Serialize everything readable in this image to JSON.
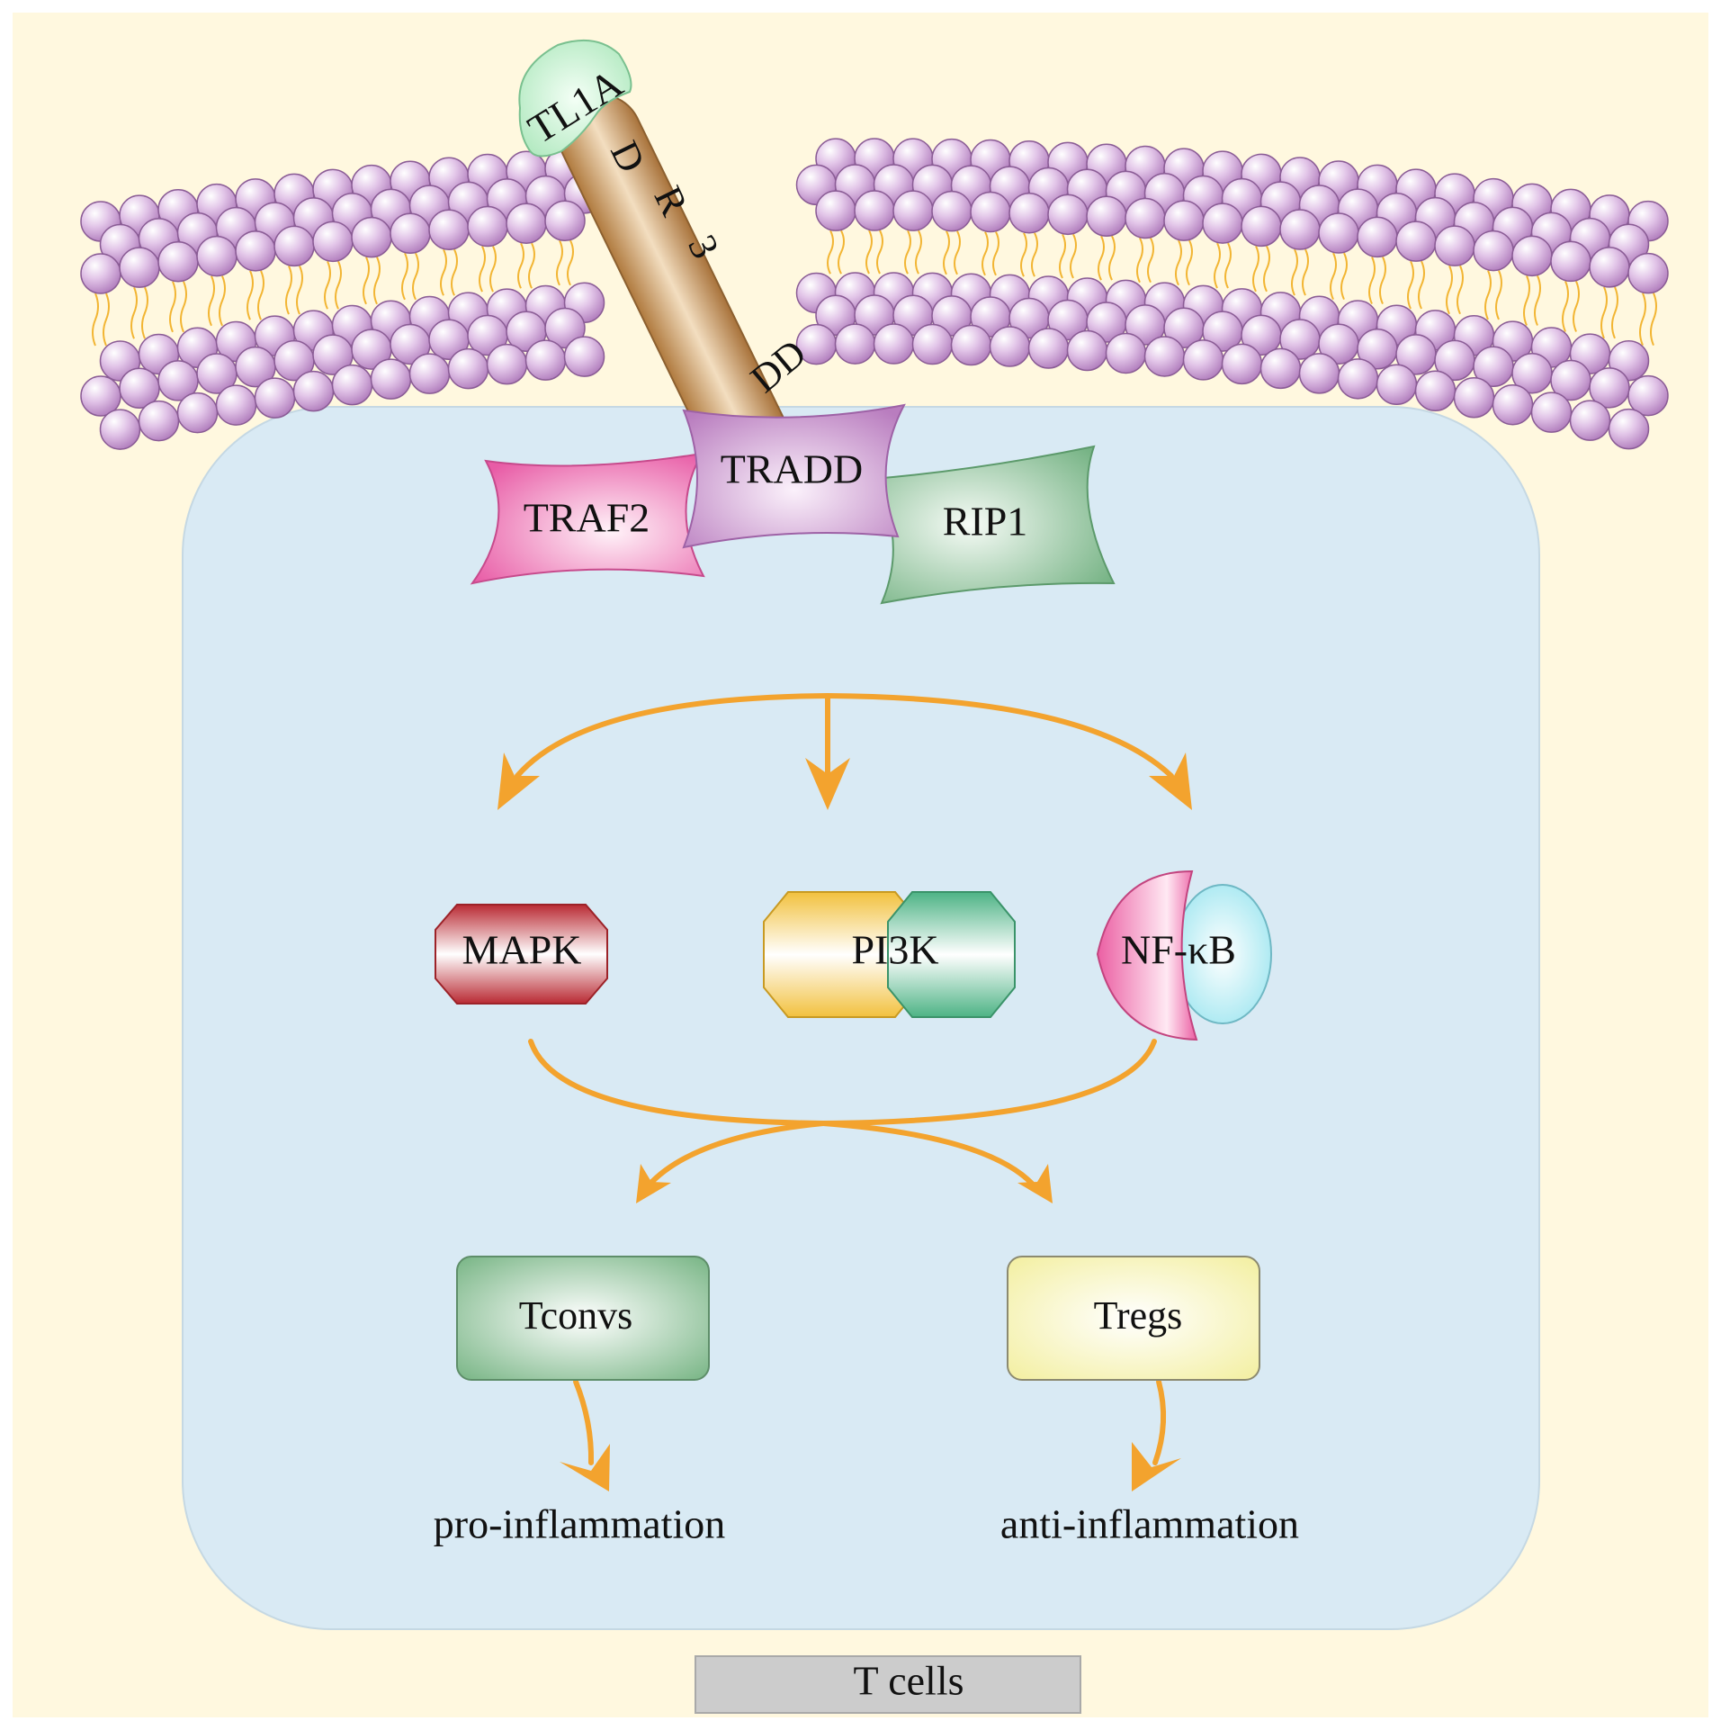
{
  "colors": {
    "background": "#FFF8DF",
    "cell": "#D9EAF4",
    "lipid_head": "#C79BD0",
    "lipid_tail": "#F2B533",
    "arrow": "#F3A32E",
    "tl1a": "#B8EBC6",
    "dr3": "#C8955A",
    "tradd": "#C98FCC",
    "traf2": "#EA6FB0",
    "rip1": "#7DB98C",
    "mapk": "#C0383E",
    "pi3k_a": "#F2C44A",
    "pi3k_b": "#54B98C",
    "nfkb_a": "#EE6AA9",
    "nfkb_b": "#A8EAF2",
    "tconvs": "#7FB98B",
    "tregs": "#F5F2A8",
    "footer": "#CCCCCC"
  },
  "receptor": {
    "ligand": "TL1A",
    "receptor_letters": [
      "D",
      "R",
      "3"
    ],
    "death_domain": "DD"
  },
  "adaptors": {
    "tradd": "TRADD",
    "traf2": "TRAF2",
    "rip1": "RIP1"
  },
  "pathways": {
    "mapk": "MAPK",
    "pi3k": "PI3K",
    "nfkb": "NF-κB"
  },
  "cells": {
    "tconvs": "Tconvs",
    "tregs": "Tregs"
  },
  "outcomes": {
    "pro": "pro-inflammation",
    "anti": "anti-inflammation"
  },
  "footer": "T cells"
}
